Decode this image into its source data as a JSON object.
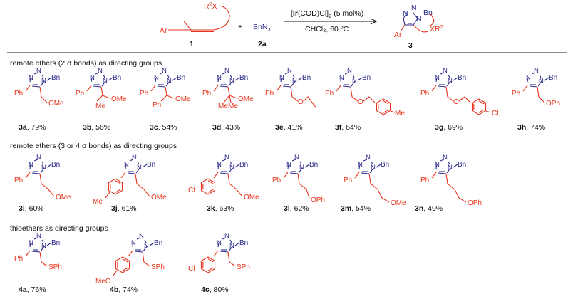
{
  "scheme": {
    "reactant1_label": "1",
    "reactant1_R": "R",
    "reactant1_sup": "2",
    "reactant1_X": "X",
    "reactant1_Ar": "Ar",
    "plus": "+",
    "reactant2_formula_a": "BnN",
    "reactant2_formula_sub": "3",
    "reactant2_label": "2a",
    "catalyst_a": "[",
    "catalyst_b": "Ir",
    "catalyst_c": "(COD)Cl]",
    "catalyst_sub": "2",
    "catalyst_d": " (5 mol%)",
    "conditions": "CHCl₃, 60 ºC",
    "product_label": "3",
    "product_XR": "XR",
    "product_sup": "2",
    "product_Ar": "Ar",
    "product_Bn": "Bn"
  },
  "sections": {
    "s1": "remote ethers (2 σ bonds) as directing groups",
    "s2": "remote ethers (3 or 4 σ bonds) as directing groups",
    "s3": "thioethers as directing groups"
  },
  "atoms": {
    "N": "N",
    "Bn": "Bn",
    "Ph": "Ph",
    "Me": "Me",
    "Cl": "Cl",
    "MeO": "MeO"
  },
  "compounds": [
    {
      "id": "3a",
      "yield": ", 79%",
      "sub": "OMe"
    },
    {
      "id": "3b",
      "yield": ", 56%",
      "sub": "OMe"
    },
    {
      "id": "3c",
      "yield": ", 54%",
      "sub": "OMe"
    },
    {
      "id": "3d",
      "yield": ", 43%",
      "sub": "OMe"
    },
    {
      "id": "3e",
      "yield": ", 41%",
      "sub": "O"
    },
    {
      "id": "3f",
      "yield": ", 64%",
      "sub": "O"
    },
    {
      "id": "3g",
      "yield": ", 69%",
      "sub": "O"
    },
    {
      "id": "3h",
      "yield": ", 74%",
      "sub": "OPh"
    },
    {
      "id": "3i",
      "yield": ", 60%",
      "sub": "OMe"
    },
    {
      "id": "3j",
      "yield": ", 61%",
      "sub": "OMe"
    },
    {
      "id": "3k",
      "yield": ", 63%",
      "sub": "OMe"
    },
    {
      "id": "3l",
      "yield": ", 62%",
      "sub": "OPh"
    },
    {
      "id": "3m",
      "yield": ", 54%",
      "sub": "OMe"
    },
    {
      "id": "3n",
      "yield": ", 49%",
      "sub": "OPh"
    },
    {
      "id": "4a",
      "yield": ", 76%",
      "sub": "SPh"
    },
    {
      "id": "4b",
      "yield": ", 74%",
      "sub": "SPh"
    },
    {
      "id": "4c",
      "yield": ", 80%",
      "sub": "SPh"
    }
  ],
  "colors": {
    "red": "#e8331c",
    "blue": "#2a2a8a",
    "black": "#111111"
  }
}
